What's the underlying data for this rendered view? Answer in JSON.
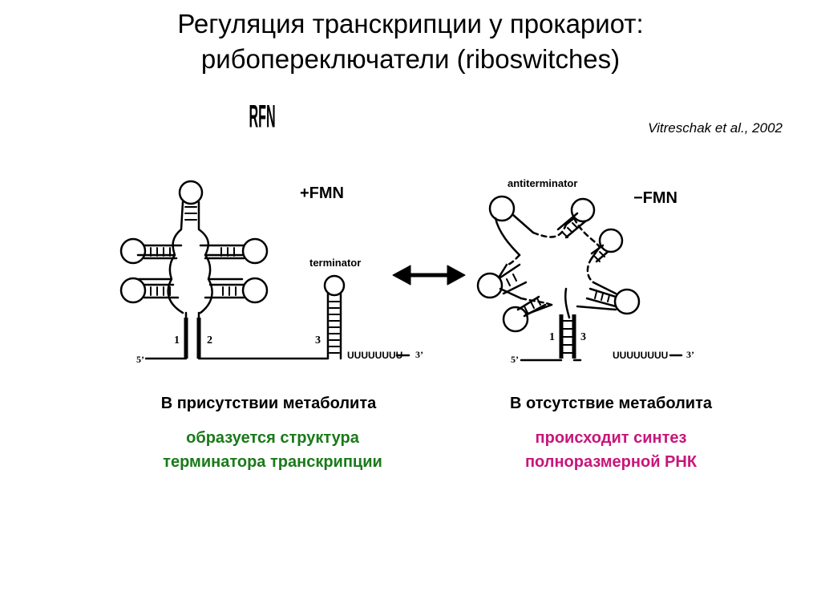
{
  "title": {
    "line1": "Регуляция транскрипции у прокариот:",
    "line2": "рибопереключатели (riboswitches)"
  },
  "citation": "Vitreschak et al., 2002",
  "left_panel": {
    "condition": "+FMN",
    "element_label": "RFN",
    "terminator_label": "terminator",
    "num1": "1",
    "num2": "2",
    "num3": "3",
    "five_prime": "5’",
    "three_prime": "3’",
    "uridines": "UUUUUUUU",
    "caption_heading": "В присутствии метаболита",
    "caption_line1": "образуется структура",
    "caption_line2": "терминатора транскрипции",
    "caption_color": "#1a7a1a"
  },
  "right_panel": {
    "condition": "−FMN",
    "antiterminator_label": "antiterminator",
    "num1": "1",
    "num3": "3",
    "five_prime": "5’",
    "three_prime": "3’",
    "uridines": "UUUUUUUU",
    "caption_heading": "В отсутствие метаболита",
    "caption_line1": "происходит синтез",
    "caption_line2": "полноразмерной РНК",
    "caption_color": "#c8157a"
  },
  "arrow": "double-headed-arrow"
}
